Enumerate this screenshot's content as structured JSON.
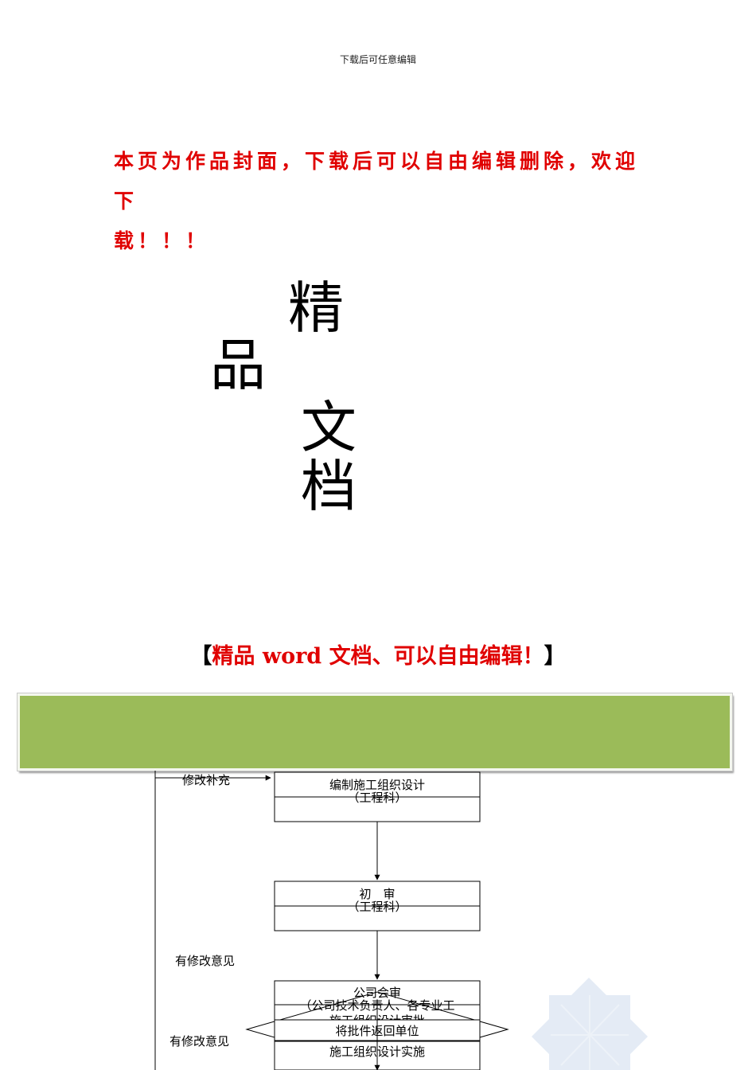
{
  "header": {
    "note": "下载后可任意编辑"
  },
  "cover": {
    "notice_line1": "本页为作品封面，下载后可以自由编辑删除，欢迎下",
    "notice_line2": "载！！！",
    "title_chars": [
      "精",
      "品",
      "文",
      "档"
    ],
    "tagline_open": "【",
    "tagline_text": "精品 word 文档、可以自由编辑！",
    "tagline_close": "】",
    "banner_color": "#9bbb59",
    "accent_color": "#e00000"
  },
  "flowchart": {
    "loop_label": "修改补充",
    "box1_title": "编制施工组织设计",
    "box1_sub": "（工程科）",
    "box2_title": "初　审",
    "box2_sub": "（工程科）",
    "side_label_1": "有修改意见",
    "box3_title": "公司会审",
    "box3_sub": "（公司技术负责人、各专业工",
    "box3_line3": "施工组织设计审批",
    "diamond_label": "将批件返回单位",
    "box4_title": "施工组织设计实施",
    "side_label_2": "有修改意见"
  }
}
